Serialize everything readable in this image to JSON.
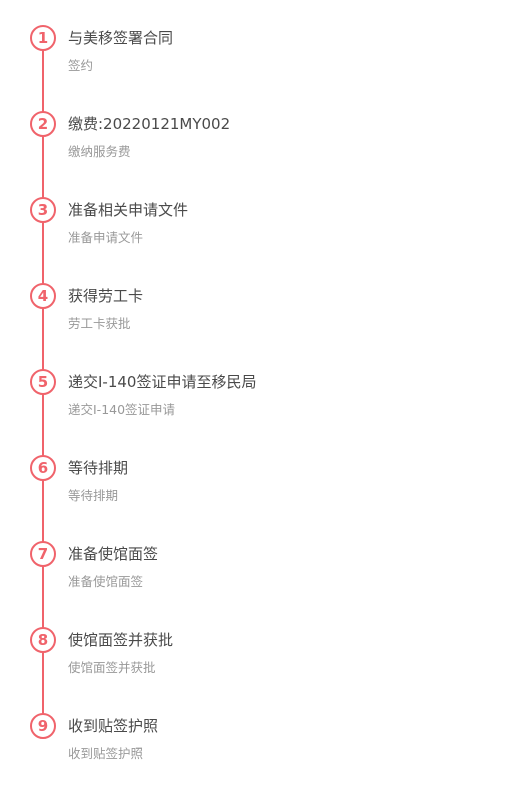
{
  "colors": {
    "accent": "#f0636b",
    "title_text": "#4a4a4a",
    "subtitle_text": "#999999"
  },
  "steps": [
    {
      "number": "1",
      "title": "与美移签署合同",
      "subtitle": "签约"
    },
    {
      "number": "2",
      "title": "缴费:20220121MY002",
      "subtitle": "缴纳服务费"
    },
    {
      "number": "3",
      "title": "准备相关申请文件",
      "subtitle": "准备申请文件"
    },
    {
      "number": "4",
      "title": "获得劳工卡",
      "subtitle": "劳工卡获批"
    },
    {
      "number": "5",
      "title": "递交I-140签证申请至移民局",
      "subtitle": "递交I-140签证申请"
    },
    {
      "number": "6",
      "title": "等待排期",
      "subtitle": "等待排期"
    },
    {
      "number": "7",
      "title": "准备使馆面签",
      "subtitle": "准备使馆面签"
    },
    {
      "number": "8",
      "title": "使馆面签并获批",
      "subtitle": "使馆面签并获批"
    },
    {
      "number": "9",
      "title": "收到贴签护照",
      "subtitle": "收到贴签护照"
    }
  ]
}
